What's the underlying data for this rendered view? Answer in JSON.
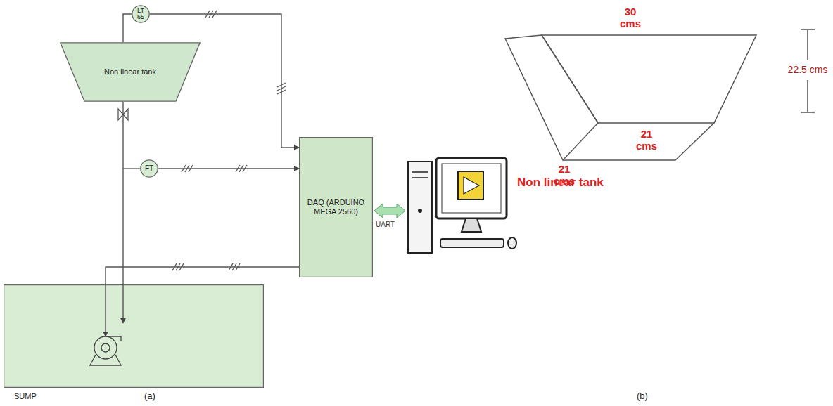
{
  "diagram": {
    "nodes": [
      {
        "text": [
          "LT 65"
        ]
      },
      {
        "text": [
          "Non linear tank"
        ]
      },
      {
        "text": [
          "FT"
        ]
      },
      {
        "text": [
          "DAQ (ARDUINO MEGA 2560)"
        ]
      },
      {
        "text": [
          "SUMP"
        ]
      }
    ],
    "edges": [
      {
        "from": 0,
        "to": 3,
        "arrow": "to"
      },
      {
        "from": 0,
        "to": 1,
        "arrow": "none"
      },
      {
        "from": 1,
        "to": 4,
        "arrow": "to"
      },
      {
        "from": 2,
        "to": 3,
        "arrow": "to"
      },
      {
        "from": 3,
        "to": 4,
        "arrow": "to"
      }
    ],
    "labels": [
      "UART",
      "(a)",
      "30 cms",
      "21 cms",
      "21 cms",
      "22.5 cms",
      "Non linear tank",
      "(b)"
    ]
  }
}
